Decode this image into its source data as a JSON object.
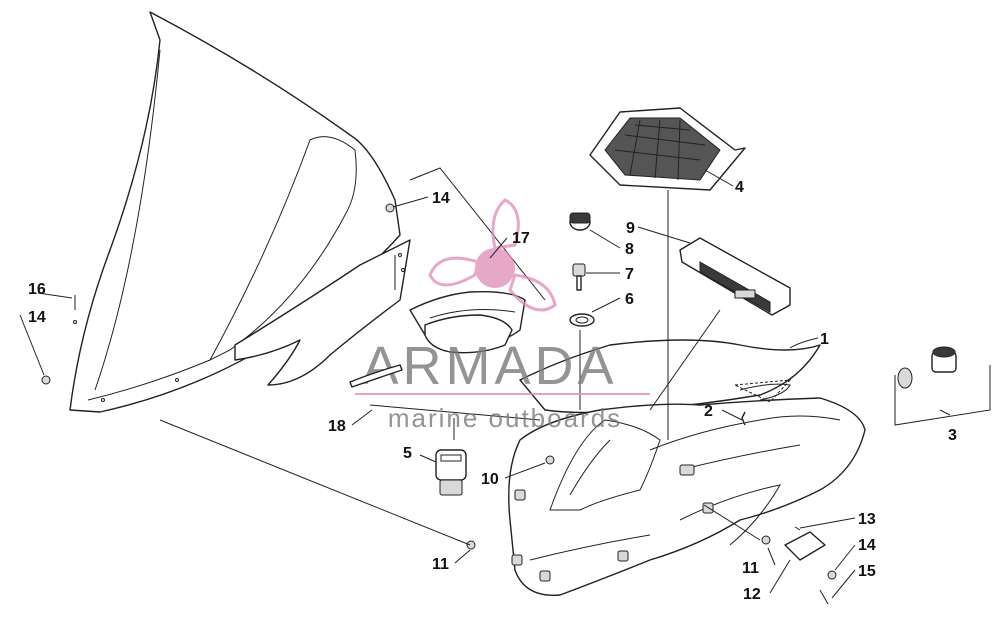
{
  "watermark": {
    "brand": "ARMADA",
    "tagline": "marine outboards",
    "brand_color": "#6e6e6e",
    "logo_color": "#e08ab8"
  },
  "callouts": {
    "c1": "1",
    "c2": "2",
    "c3": "3",
    "c4": "4",
    "c5": "5",
    "c6": "6",
    "c7": "7",
    "c8": "8",
    "c9": "9",
    "c10": "10",
    "c11a": "11",
    "c11b": "11",
    "c12": "12",
    "c13": "13",
    "c14a": "14",
    "c14b": "14",
    "c14c": "14",
    "c15": "15",
    "c16": "16",
    "c17": "17",
    "c18": "18"
  }
}
